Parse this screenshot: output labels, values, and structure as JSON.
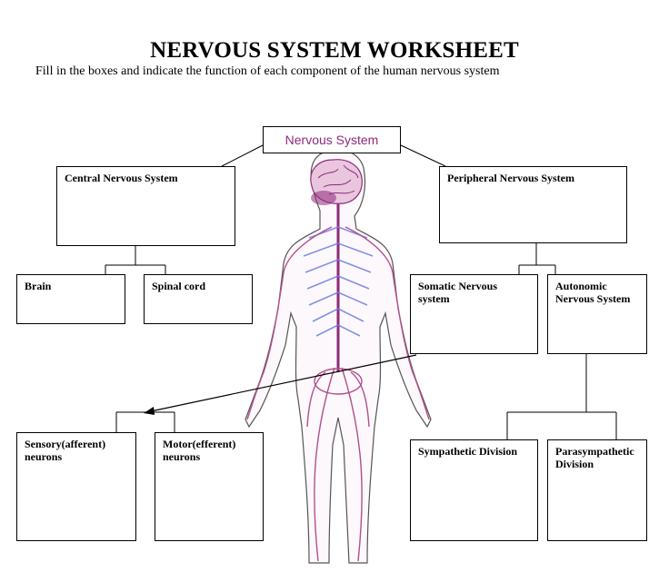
{
  "title": "NERVOUS SYSTEM WORKSHEET",
  "subtitle": "Fill in the boxes and indicate the function of each component of the human nervous system",
  "root": "Nervous System",
  "cns": "Central Nervous System",
  "pns": "Peripheral Nervous System",
  "brain": "Brain",
  "spinal_cord": "Spinal cord",
  "somatic": "Somatic Nervous system",
  "autonomic": "Autonomic Nervous System",
  "sensory": "Sensory(afferent) neurons",
  "motor": "Motor(efferent) neurons",
  "sympathetic": "Sympathetic Division",
  "parasympathetic": "Parasympathetic Division",
  "colors": {
    "root_text": "#8e2a7a",
    "nerve": "#b0508f",
    "spine": "#6f7fe0",
    "brain": "#8e2a7a"
  },
  "figure": "human-nervous-system-illustration"
}
